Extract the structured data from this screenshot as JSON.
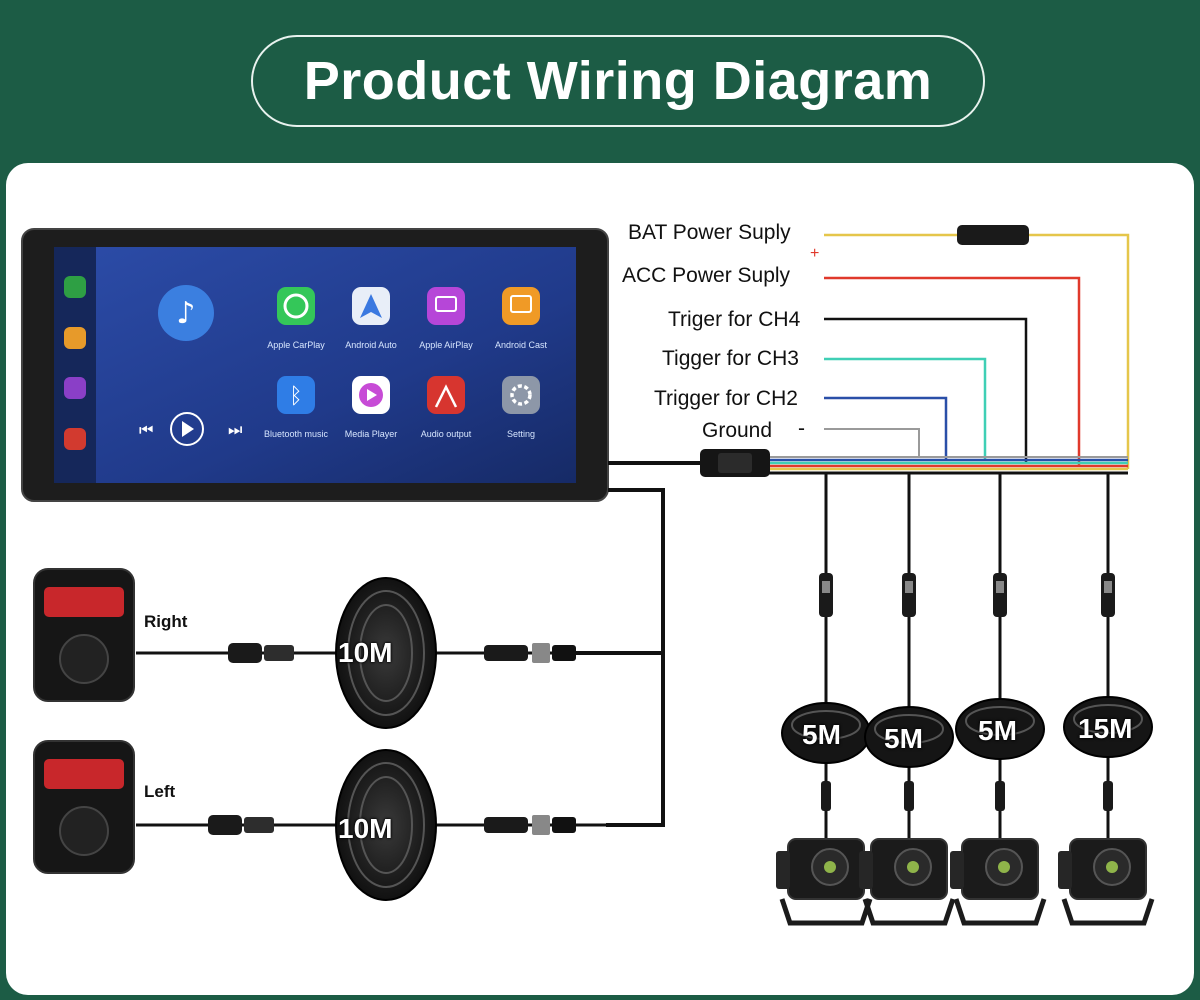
{
  "title": "Product Wiring Diagram",
  "wire_labels": {
    "bat": "BAT Power Suply",
    "acc": "ACC Power Suply",
    "ch4": "Triger for CH4",
    "ch3": "Tigger for CH3",
    "ch2": "Trigger for CH2",
    "ground": "Ground",
    "plus_sign": "+",
    "minus_sign": "-"
  },
  "wire_colors": {
    "bat": "#e5c64a",
    "acc": "#e0392b",
    "ch4": "#111111",
    "ch3": "#3fcfb5",
    "ch2": "#2a4fa8",
    "ground": "#9a9a9a"
  },
  "screen": {
    "apps": [
      "Apple CarPlay",
      "Android Auto",
      "Apple AirPlay",
      "Android Cast",
      "Bluetooth music",
      "Media Player",
      "Audio output",
      "Setting"
    ]
  },
  "speakers": [
    {
      "label": "Right",
      "cable": "10M"
    },
    {
      "label": "Left",
      "cable": "10M"
    }
  ],
  "cameras": [
    {
      "cable": "5M"
    },
    {
      "cable": "5M"
    },
    {
      "cable": "5M"
    },
    {
      "cable": "15M"
    }
  ]
}
